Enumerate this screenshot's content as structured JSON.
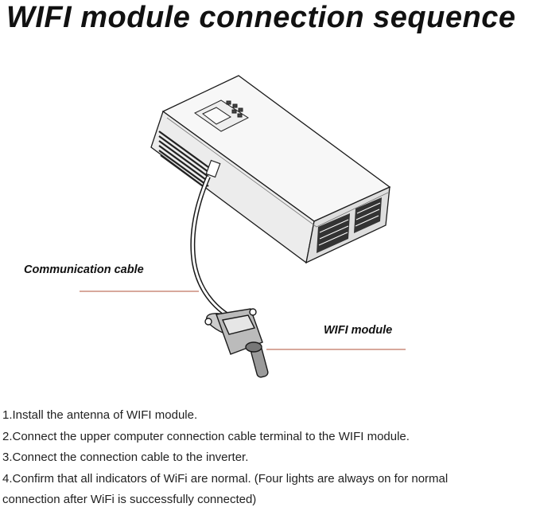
{
  "title": "WIFI module connection sequence",
  "labels": {
    "communication_cable": "Communication cable",
    "wifi_module": "WIFI module"
  },
  "steps": [
    "1.Install the antenna of WIFI module.",
    "2.Connect the upper computer connection cable terminal to the WIFI module.",
    "3.Connect the connection cable to the inverter.",
    "4.Confirm that all indicators of WiFi are normal. (Four lights are always on for normal",
    "connection after WiFi is successfully connected)"
  ],
  "colors": {
    "leader_line": "#b0503a",
    "outline": "#1a1a1a"
  }
}
